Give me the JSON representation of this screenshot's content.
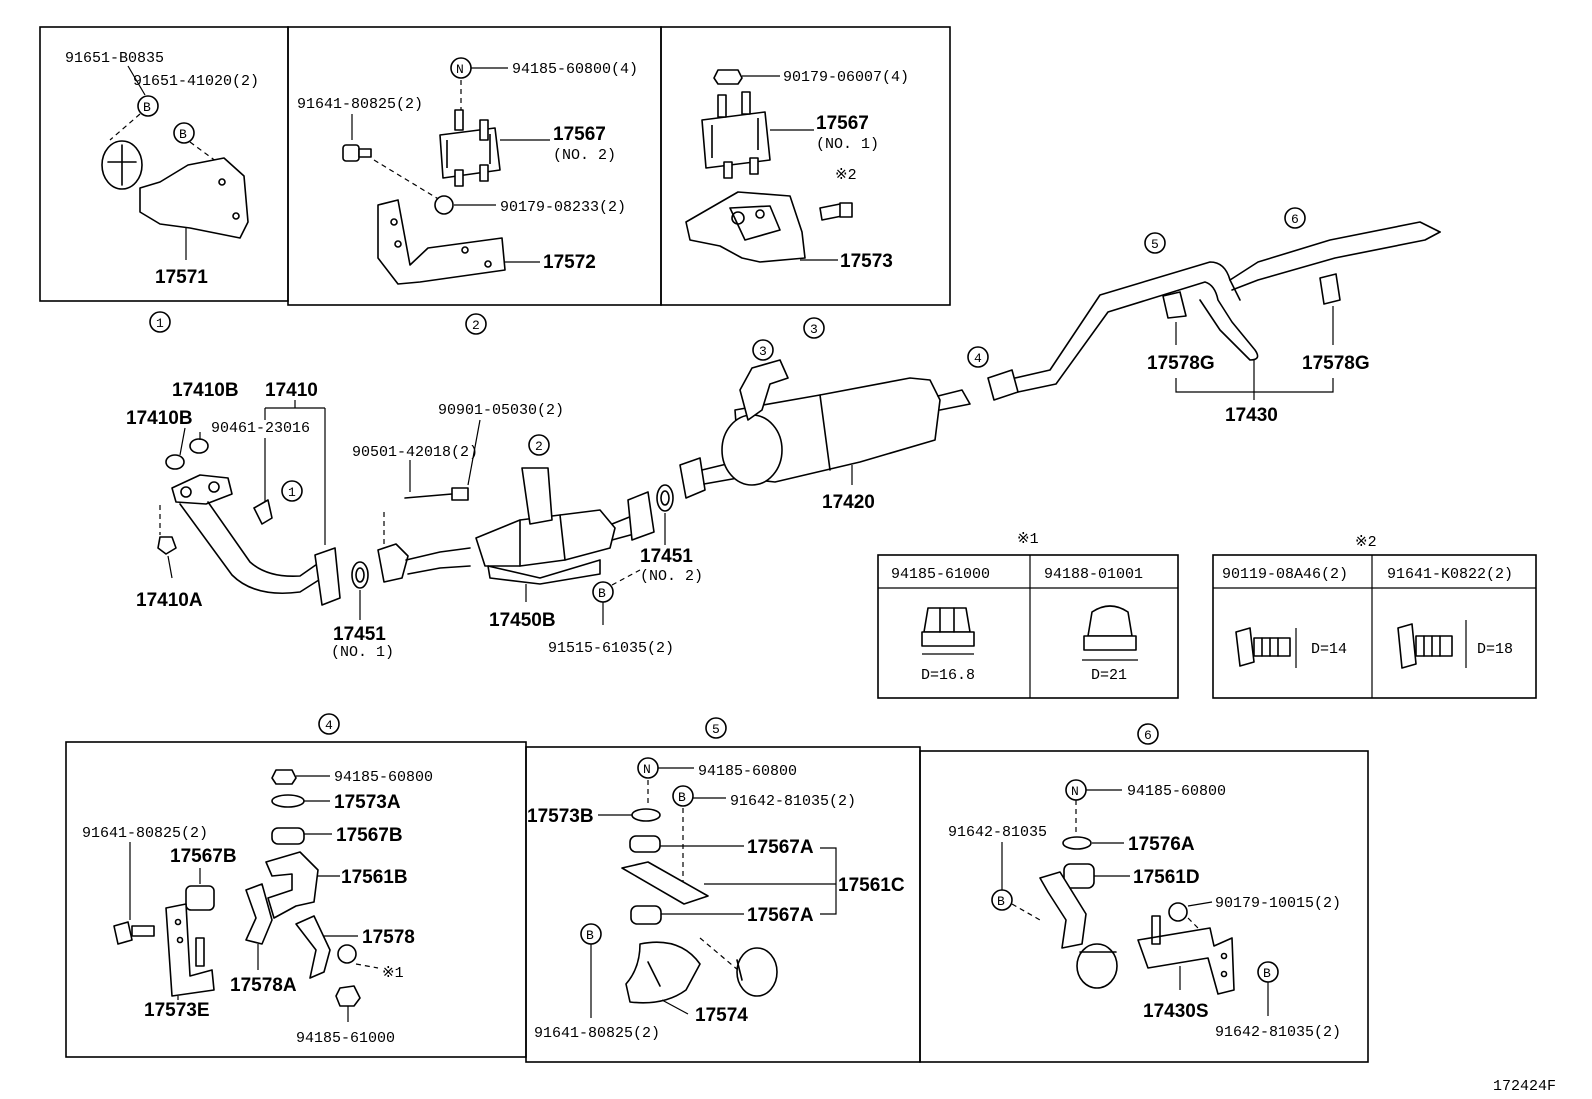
{
  "figure_code": "172424F",
  "sym_b": "B",
  "sym_n": "N",
  "circ": {
    "c1": "1",
    "c2": "2",
    "c3": "3",
    "c4": "4",
    "c5": "5",
    "c6": "6"
  },
  "box1": {
    "p1": "91651-B0835",
    "p2": "91651-41020(2)",
    "p3": "17571"
  },
  "box2": {
    "p1": "94185-60800(4)",
    "p2": "91641-80825(2)",
    "p3": "17567",
    "p3sub": "(NO. 2)",
    "p4": "90179-08233(2)",
    "p5": "17572"
  },
  "box3": {
    "p1": "90179-06007(4)",
    "p2": "17567",
    "p2sub": "(NO. 1)",
    "note": "※2",
    "p3": "17573"
  },
  "main": {
    "a": "17410B",
    "b": "17410",
    "c": "17410B",
    "d": "90461-23016",
    "e": "17410A",
    "f": "90901-05030(2)",
    "g": "90501-42018(2)",
    "h": "17451",
    "hsub": "(NO. 1)",
    "i": "17450B",
    "j": "17451",
    "jsub": "(NO. 2)",
    "k": "91515-61035(2)",
    "l": "17420",
    "m": "17578G",
    "n": "17578G",
    "o": "17430"
  },
  "table1": {
    "mark": "※1",
    "col1": "94185-61000",
    "col2": "94188-01001",
    "d1": "D=16.8",
    "d2": "D=21"
  },
  "table2": {
    "mark": "※2",
    "col1": "90119-08A46(2)",
    "col2": "91641-K0822(2)",
    "d1": "D=14",
    "d2": "D=18"
  },
  "box4": {
    "p1": "94185-60800",
    "p2": "17573A",
    "p3": "91641-80825(2)",
    "p4": "17567B",
    "p5": "17567B",
    "p6": "17561B",
    "p7": "17578",
    "note": "※1",
    "p8": "17578A",
    "p9": "17573E",
    "p10": "94185-61000"
  },
  "box5": {
    "p1": "94185-60800",
    "p2": "91642-81035(2)",
    "p3": "17573B",
    "p4": "17567A",
    "p5": "17561C",
    "p6": "17567A",
    "p7": "17574",
    "p8": "91641-80825(2)"
  },
  "box6": {
    "p1": "94185-60800",
    "p2": "91642-81035",
    "p3": "17576A",
    "p4": "17561D",
    "p5": "90179-10015(2)",
    "p6": "17430S",
    "p7": "91642-81035(2)"
  }
}
